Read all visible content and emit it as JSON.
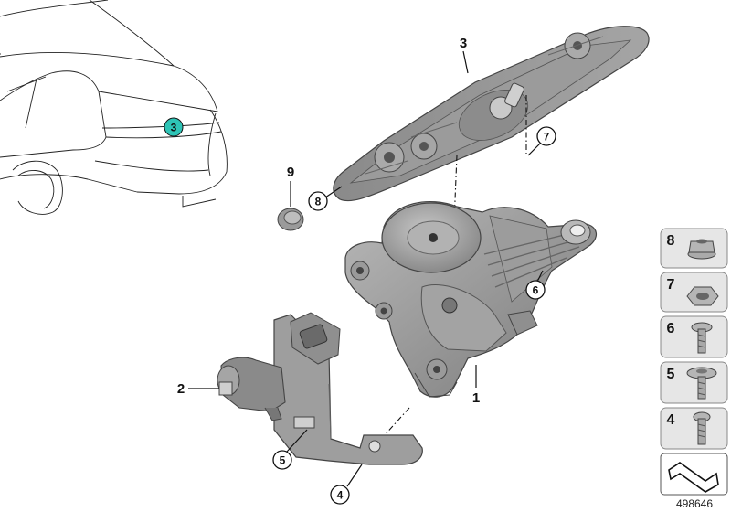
{
  "diagram": {
    "callouts": {
      "housing": "1",
      "actuator": "2",
      "wiper_arm_cover": "3",
      "car_marker": "3",
      "screw_lower": "4",
      "screw_bracket": "5",
      "screw_arm": "6",
      "nut_upper": "7",
      "grommet_ring": "8",
      "grommet": "9"
    },
    "legend": [
      {
        "number": "8",
        "icon": "flange-nut-icon"
      },
      {
        "number": "7",
        "icon": "hex-nut-icon"
      },
      {
        "number": "6",
        "icon": "torx-screw-icon"
      },
      {
        "number": "5",
        "icon": "washer-screw-icon"
      },
      {
        "number": "4",
        "icon": "bolt-icon"
      }
    ],
    "document_number": "498646",
    "colors": {
      "marker_fill": "#2ec4b6",
      "part_fill": "#8e8e8e",
      "part_light": "#b5b5b5",
      "tile_fill": "#e6e6e6"
    }
  }
}
